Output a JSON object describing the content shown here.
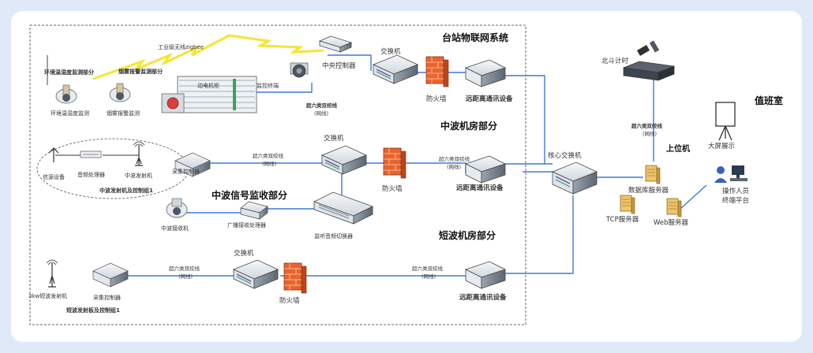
{
  "sections": {
    "station_iot": "台站物联网系统",
    "mw_room": "中波机房部分",
    "mw_monitor": "中波信号监收部分",
    "sw_room": "短波机房部分",
    "duty_room": "值班室",
    "host": "上位机"
  },
  "labels": {
    "zigbee": "工业级无线zigbee",
    "env_temp_part": "环境温湿度监测部分",
    "smoke_part": "烟雾报警监测部分",
    "env_sensor": "环境温湿度监测",
    "smoke_sensor": "烟雾报警监测",
    "central_ctrl": "中央控制器",
    "monitor_terminal": "监控终端",
    "cabinet": "动电机柜",
    "switch_top": "交换机",
    "firewall_top": "防火墙",
    "remote_comm_top": "远距离通讯设备",
    "cable_top_1": "超六类双绞线",
    "cable_top_2": "(网线)",
    "beidou": "北斗计时",
    "signal_src": "信源设备",
    "audio_proc": "音频处理器",
    "mw_tx": "中波发射机",
    "collector_mw": "采集控制器",
    "mw_group": "中波发射机及控制组1",
    "cable_mw_1": "超六类双绞线",
    "cable_mw_2": "(网线)",
    "switch_mw": "交换机",
    "firewall_mw": "防火墙",
    "cable_mw_r1": "超六类双绞线",
    "cable_mw_r2": "(网线)",
    "remote_comm_mw": "远距离通讯设备",
    "core_switch": "核心交换机",
    "cable_host_1": "超六类双绞线",
    "cable_host_2": "(网线)",
    "db_server": "数据库服务器",
    "tcp_server": "TCP服务器",
    "web_server": "Web服务器",
    "big_screen": "大屏展示",
    "operator_1": "操作人员",
    "operator_2": "终端平台",
    "mw_receiver": "中波接收机",
    "broadcast_proc": "广播接收处理器",
    "audio_switcher": "监听音频切换器",
    "sw_tx": "3kw短波发射机",
    "collector_sw": "采集控制器",
    "sw_group": "短波发射板及控制组1",
    "cable_sw_1": "超六类双绞线",
    "cable_sw_2": "(网线)",
    "switch_sw": "交换机",
    "firewall_sw": "防火墙",
    "cable_sw_r1": "超六类双绞线",
    "cable_sw_r2": "(网线)",
    "remote_comm_sw": "远距离通讯设备"
  },
  "colors": {
    "background": "#dfe9f7",
    "link": "#3d7ad6",
    "firewall": "#e8642c",
    "lightning": "#f3e62e",
    "device_light": "#eef2f6",
    "device_dark": "#6f7a86"
  }
}
